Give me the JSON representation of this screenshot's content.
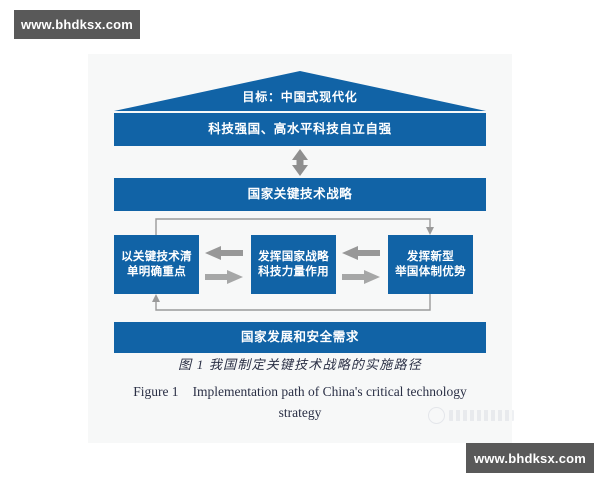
{
  "watermarks": {
    "top": "www.bhdksx.com",
    "bottom": "www.bhdksx.com",
    "faint_overlay_icon": "weibo-watermark-icon"
  },
  "colors": {
    "box_blue": "#1163a6",
    "roof_blue": "#1163a6",
    "page_background": "#f7f8f8",
    "connector_gray": "#9a9a9a",
    "arrow_gray": "#8f8f8f",
    "caption_text": "#2a2f45",
    "watermark_background": "#595959"
  },
  "diagram": {
    "roof": {
      "label": "目标：中国式现代化",
      "shape": "triangle-roof"
    },
    "bars": [
      {
        "id": "pillar",
        "label": "科技强国、高水平科技自立自强"
      },
      {
        "id": "strategy",
        "label": "国家关键技术战略"
      },
      {
        "id": "demand",
        "label": "国家发展和安全需求"
      }
    ],
    "middle_boxes": [
      {
        "id": "left",
        "lines": [
          "以关键技术清",
          "单明确重点"
        ]
      },
      {
        "id": "mid",
        "lines": [
          "发挥国家战略",
          "科技力量作用"
        ]
      },
      {
        "id": "right",
        "lines": [
          "发挥新型",
          "举国体制优势"
        ]
      }
    ],
    "connectors": [
      {
        "id": "vertical-double-arrow",
        "icon": "double-arrow-vertical-icon",
        "from": "pillar",
        "to": "strategy"
      },
      {
        "id": "mid-to-left-arrow",
        "icon": "arrow-left-icon",
        "from": "mid",
        "to": "left"
      },
      {
        "id": "left-to-mid-arrow",
        "icon": "arrow-right-icon",
        "from": "left",
        "to": "mid"
      },
      {
        "id": "right-to-mid-arrow",
        "icon": "arrow-left-icon",
        "from": "right",
        "to": "mid"
      },
      {
        "id": "mid-to-right-arrow",
        "icon": "arrow-right-icon",
        "from": "mid",
        "to": "right"
      },
      {
        "id": "top-bracket",
        "icon": "bracket-connector-icon",
        "from": "left",
        "to": "right"
      },
      {
        "id": "bottom-bracket",
        "icon": "bracket-connector-icon",
        "from": "right",
        "to": "left"
      }
    ]
  },
  "caption": {
    "chinese": "图 1    我国制定关键技术战略的实施路径",
    "english_figure_number": "Figure 1",
    "english_line1": "Implementation path of China's critical technology",
    "english_line2": "strategy"
  }
}
